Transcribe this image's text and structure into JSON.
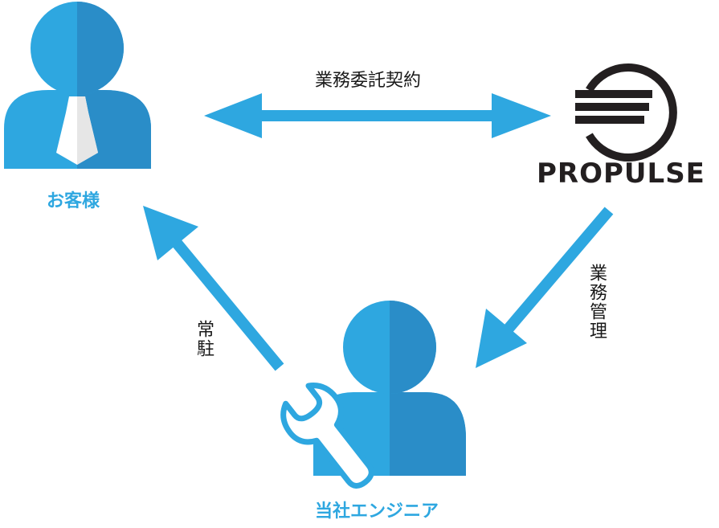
{
  "colors": {
    "accent": "#2ea7e0",
    "accent_dark": "#2a8dc8",
    "tie_light": "#ffffff",
    "tie_shade": "#e6e6e6",
    "text": "#1a1a1a",
    "logo": "#231f20"
  },
  "nodes": {
    "client": {
      "label": "お客様",
      "icon": "businessman-icon"
    },
    "company": {
      "logo_text": "PROPULSE",
      "icon": "propulse-logo-icon"
    },
    "engineer": {
      "label": "当社エンジニア",
      "icon": "engineer-wrench-icon"
    }
  },
  "edges": {
    "contract": {
      "label": "業務委託契約"
    },
    "management": {
      "label": "業務管理"
    },
    "onsite": {
      "label": "常駐"
    }
  }
}
